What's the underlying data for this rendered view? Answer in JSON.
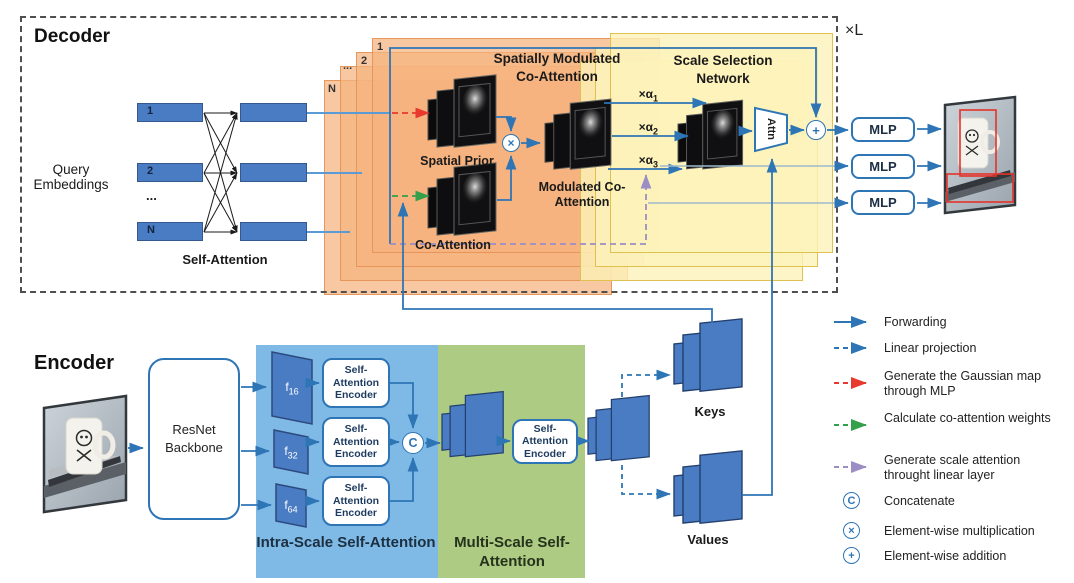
{
  "decoder": {
    "title": "Decoder",
    "layers_label": "×L",
    "query_embeddings": "Query Embeddings",
    "self_attention": "Self-Attention",
    "query_rows": [
      "1",
      "2",
      "N"
    ],
    "ellipsis": "...",
    "panel_labels": [
      "1",
      "2",
      "...",
      "N"
    ],
    "smca": {
      "title": "Spatially Modulated Co-Attention",
      "spatial_prior": "Spatial Prior",
      "co_attention": "Co-Attention",
      "modulated": "Modulated Co-Attention",
      "multiply_symbol": "×"
    },
    "ssn": {
      "title": "Scale Selection Network",
      "alphas": [
        {
          "base": "×α",
          "sub": "1"
        },
        {
          "base": "×α",
          "sub": "2"
        },
        {
          "base": "×α",
          "sub": "3"
        }
      ],
      "attn": "Attn",
      "plus_symbol": "+"
    },
    "mlps": [
      "MLP",
      "MLP",
      "MLP"
    ]
  },
  "encoder": {
    "title": "Encoder",
    "backbone": "ResNet Backbone",
    "features": [
      {
        "base": "f",
        "sub": "16"
      },
      {
        "base": "f",
        "sub": "32"
      },
      {
        "base": "f",
        "sub": "64"
      }
    ],
    "self_attention_encoder": "Self-Attention Encoder",
    "concat_symbol": "C",
    "intra_scale": "Intra-Scale Self-Attention",
    "multi_scale": "Multi-Scale Self-Attention",
    "keys": "Keys",
    "values": "Values"
  },
  "legend": {
    "items": [
      {
        "label": "Forwarding",
        "style": "solid",
        "color": "#2E75B6"
      },
      {
        "label": "Linear projection",
        "style": "dashed",
        "color": "#2E75B6"
      },
      {
        "label": "Generate the Gaussian map through MLP",
        "style": "dashed",
        "color": "#E8392F"
      },
      {
        "label": "Calculate co-attention weights",
        "style": "dashed",
        "color": "#35A04B"
      },
      {
        "label": "Generate scale attention throught linear layer",
        "style": "dashed",
        "color": "#9B8EC4"
      },
      {
        "label": "Concatenate",
        "symbol": "C"
      },
      {
        "label": "Element-wise multiplication",
        "symbol": "×"
      },
      {
        "label": "Element-wise addition",
        "symbol": "+"
      }
    ]
  },
  "colors": {
    "arrow_blue": "#2E75B6",
    "light_blue_line": "#5B9BD5",
    "block_blue": "#4A7CC4",
    "panel_orange": "#F5B37E",
    "panel_yellow": "#FCF3BA",
    "region_blue": "#7FB9E6",
    "region_green": "#ADCB82",
    "dashed_red": "#E8392F",
    "dashed_green": "#35A04B",
    "dashed_purple": "#9B8EC4",
    "detection_box_red": "#E53328"
  }
}
